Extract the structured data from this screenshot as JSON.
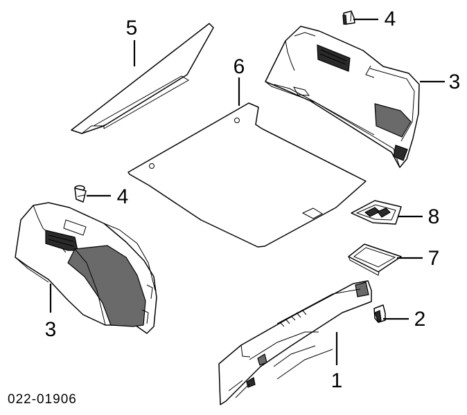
{
  "diagram": {
    "callouts": [
      {
        "id": "part-1",
        "label": "1"
      },
      {
        "id": "part-2",
        "label": "2"
      },
      {
        "id": "part-3-right",
        "label": "3"
      },
      {
        "id": "part-3-left",
        "label": "3"
      },
      {
        "id": "part-4-top",
        "label": "4"
      },
      {
        "id": "part-4-mid",
        "label": "4"
      },
      {
        "id": "part-5",
        "label": "5"
      },
      {
        "id": "part-6",
        "label": "6"
      },
      {
        "id": "part-7",
        "label": "7"
      },
      {
        "id": "part-8",
        "label": "8"
      }
    ],
    "diagram_code": "022-01906"
  }
}
